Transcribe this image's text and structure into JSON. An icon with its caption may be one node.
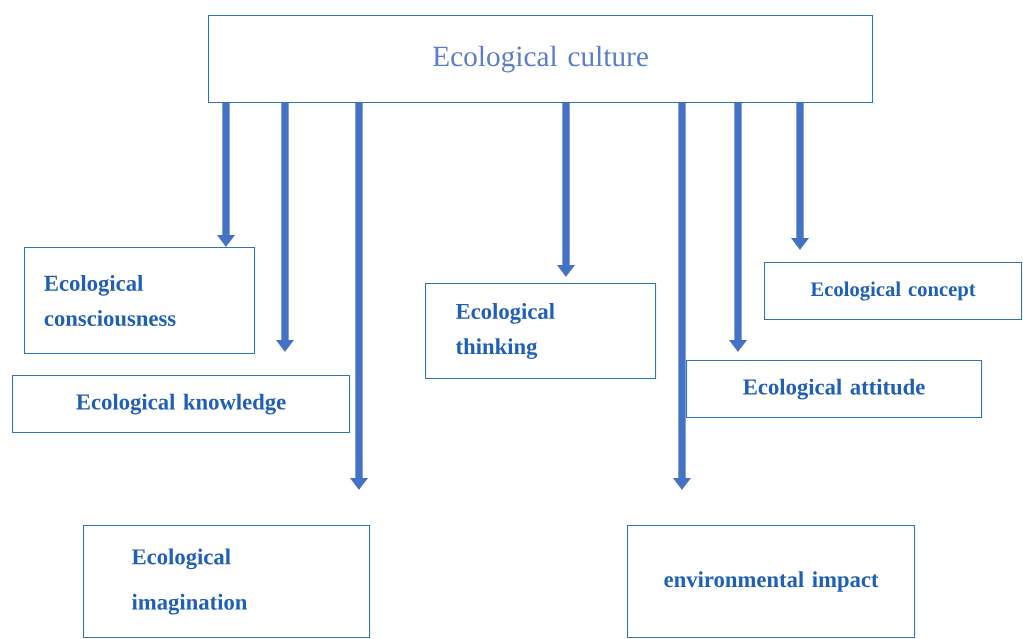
{
  "diagram": {
    "nodes": [
      {
        "text": [
          "Ecological culture"
        ]
      },
      {
        "text": [
          "Ecological consciousness"
        ]
      },
      {
        "text": [
          "Ecological knowledge"
        ]
      },
      {
        "text": [
          "Ecological imagination"
        ]
      },
      {
        "text": [
          "Ecological thinking"
        ]
      },
      {
        "text": [
          "Ecological concept"
        ]
      },
      {
        "text": [
          "Ecological attitude"
        ]
      },
      {
        "text": [
          "environmental impact"
        ]
      }
    ],
    "edges": [
      {
        "from": 0,
        "to": 1,
        "arrow": "to"
      },
      {
        "from": 0,
        "to": 2,
        "arrow": "to"
      },
      {
        "from": 0,
        "to": 3,
        "arrow": "to"
      },
      {
        "from": 0,
        "to": 4,
        "arrow": "to"
      },
      {
        "from": 0,
        "to": 7,
        "arrow": "to"
      },
      {
        "from": 0,
        "to": 6,
        "arrow": "to"
      },
      {
        "from": 0,
        "to": 5,
        "arrow": "to"
      }
    ]
  }
}
